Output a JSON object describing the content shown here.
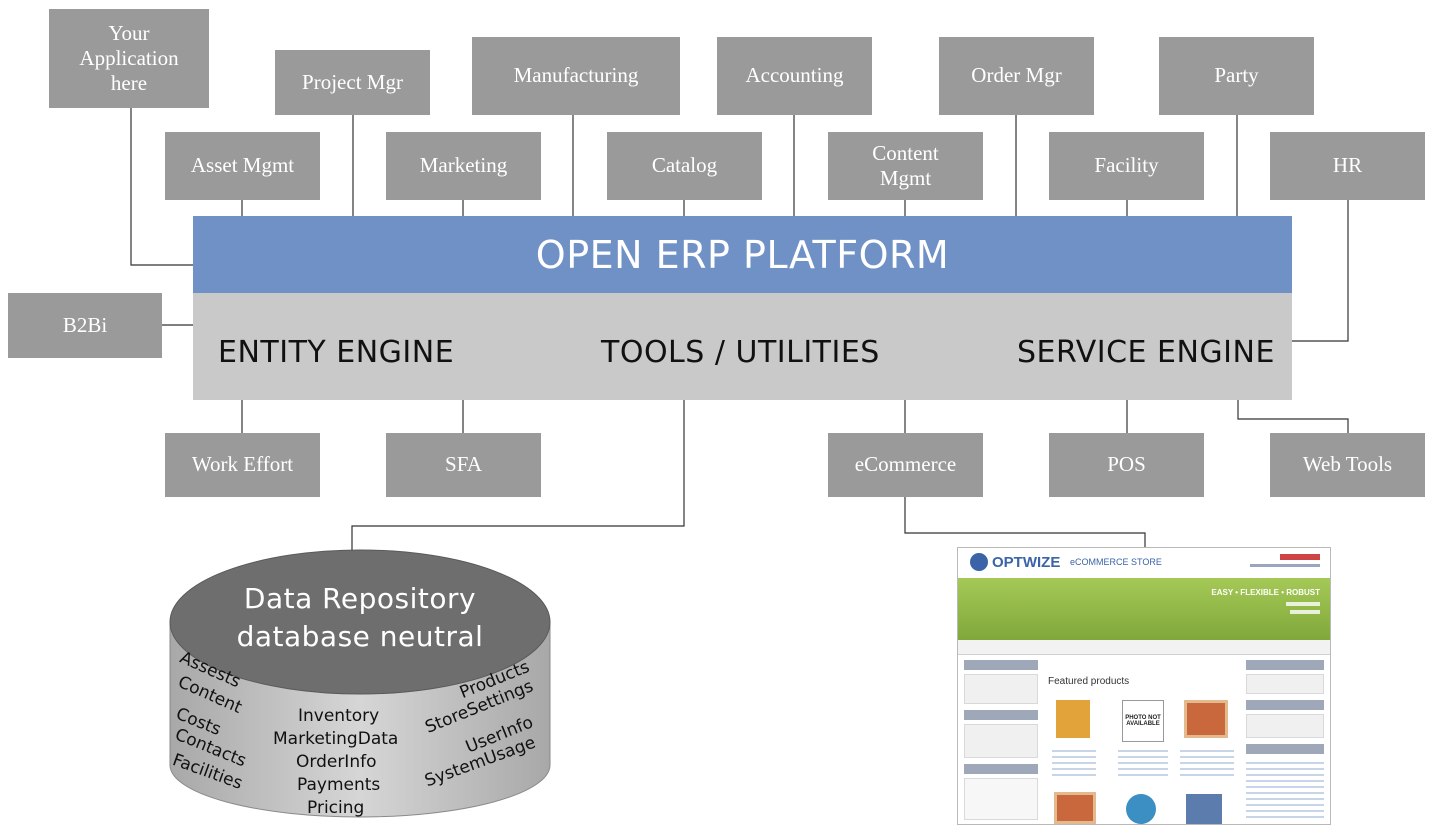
{
  "modules_top": {
    "your_app": "Your Application here",
    "project_mgr": "Project Mgr",
    "manufacturing": "Manufacturing",
    "accounting": "Accounting",
    "order_mgr": "Order Mgr",
    "party": "Party",
    "asset_mgmt": "Asset Mgmt",
    "marketing": "Marketing",
    "catalog": "Catalog",
    "content_mgmt": "Content Mgmt",
    "facility": "Facility",
    "hr": "HR"
  },
  "modules_side": {
    "b2bi": "B2Bi"
  },
  "modules_bottom": {
    "work_effort": "Work Effort",
    "sfa": "SFA",
    "ecommerce": "eCommerce",
    "pos": "POS",
    "web_tools": "Web Tools"
  },
  "platform": {
    "title": "OPEN ERP PLATFORM",
    "entity_engine": "ENTITY ENGINE",
    "tools": "TOOLS / UTILITIES",
    "service_engine": "SERVICE ENGINE"
  },
  "repository": {
    "title_line1": "Data Repository",
    "title_line2": "database neutral",
    "left_items": [
      "Assests",
      "Content",
      "Costs",
      "Contacts",
      "Facilities"
    ],
    "center_items": [
      "Inventory",
      "MarketingData",
      "OrderInfo",
      "Payments",
      "Pricing"
    ],
    "right_items": [
      "Products",
      "StoreSettings",
      "UserInfo",
      "SystemUsage"
    ]
  },
  "store_screenshot": {
    "brand": "OPTWIZE",
    "brand_suffix": "eCOMMERCE STORE",
    "featured_heading": "Featured products",
    "photo_placeholder": "PHOTO NOT AVAILABLE",
    "tagline": "EASY • FLEXIBLE • ROBUST"
  },
  "colors": {
    "box_gray": "#9a9a9a",
    "platform_blue": "#7091c6",
    "engine_gray": "#c9c9c9",
    "db_top": "#6e6e6e",
    "db_body": "#c4c4c4",
    "store_green": "#8cb83c"
  }
}
